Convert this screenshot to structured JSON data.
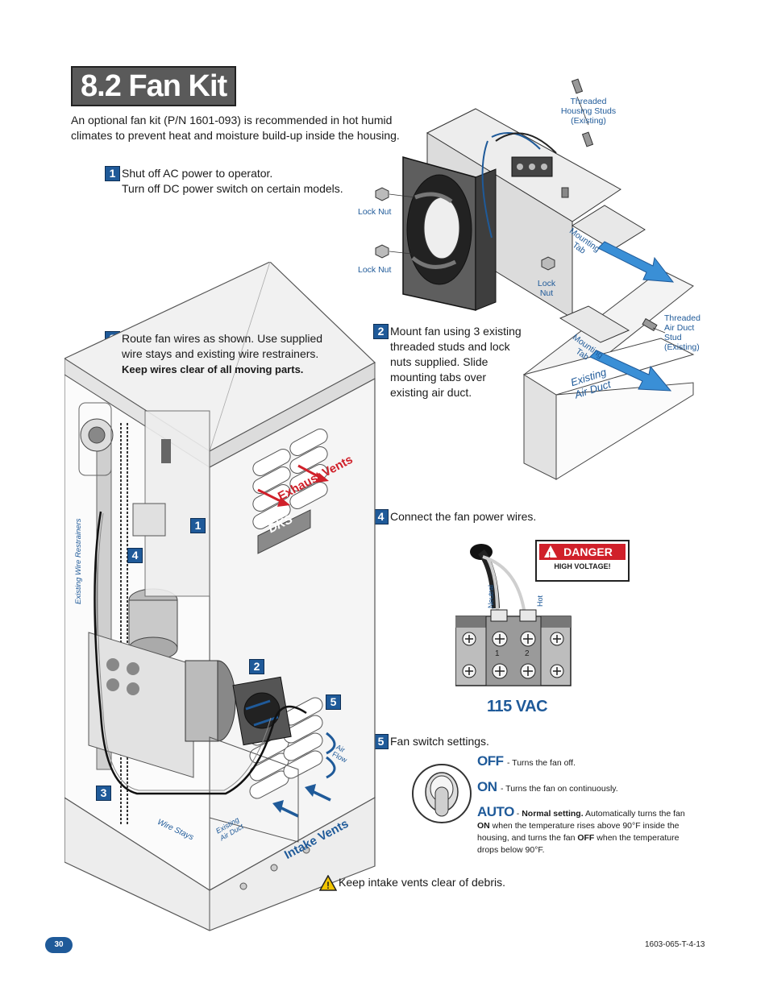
{
  "page": {
    "title": "8.2 Fan Kit",
    "intro": "An optional fan kit (P/N 1601-093) is recommended in hot humid climates to prevent heat and moisture build-up inside the housing.",
    "page_number": "30",
    "doc_code": "1603-065-T-4-13"
  },
  "steps": [
    {
      "num": "1",
      "lines": [
        "Shut off AC power to operator.",
        "Turn off DC power switch on certain models."
      ]
    },
    {
      "num": "2",
      "lines": [
        "Mount fan using 3 existing",
        "threaded studs and lock",
        "nuts supplied. Slide",
        "mounting tabs over",
        "existing air duct."
      ]
    },
    {
      "num": "3",
      "lines": [
        "Route fan wires as shown. Use supplied",
        "wire stays and existing wire restrainers."
      ],
      "bold": "Keep wires clear of all moving parts."
    },
    {
      "num": "4",
      "lines": [
        "Connect the fan power wires."
      ]
    },
    {
      "num": "5",
      "lines": [
        "Fan switch settings."
      ]
    }
  ],
  "fan_labels": {
    "threaded_housing_studs": [
      "Threaded",
      "Housing Studs",
      "(Existing)"
    ],
    "lock_nut_1": "Lock Nut",
    "lock_nut_2": "Lock Nut",
    "lock_nut_3": [
      "Lock",
      "Nut"
    ],
    "mounting_tab_1": "Mounting Tab",
    "mounting_tab_2": "Mounting Tab",
    "threaded_air_duct_stud": [
      "Threaded",
      "Air Duct",
      "Stud",
      "(Existing)"
    ],
    "existing_air_duct": [
      "Existing",
      "Air Duct"
    ]
  },
  "housing_labels": {
    "exhaust_vents": "Exhaust Vents",
    "intake_vents": "Intake Vents",
    "existing_wire_restrainers": "Existing Wire Restrainers",
    "wire_stays": "Wire Stays",
    "existing_air_duct": [
      "Existing",
      "Air Duct"
    ],
    "air_flow": [
      "Air",
      "Flow"
    ],
    "brand": "DKS",
    "callouts": [
      "1",
      "4",
      "2",
      "5",
      "3"
    ]
  },
  "wiring": {
    "danger": "DANGER",
    "high_voltage": "HIGH VOLTAGE!",
    "neutral": "Neutral",
    "hot": "Hot",
    "terminal_1": "1",
    "terminal_2": "2",
    "voltage": "115 VAC"
  },
  "switch_settings": {
    "off_label": "OFF",
    "off_desc": "- Turns the fan off.",
    "on_label": "ON",
    "on_desc": "- Turns the fan on continuously.",
    "auto_label": "AUTO",
    "auto_normal": "Normal setting.",
    "auto_desc_1": "Automatically turns the fan",
    "auto_on_word": "ON",
    "auto_desc_2": "when the temperature rises above 90°F inside the housing, and turns the fan",
    "auto_off_word": "OFF",
    "auto_desc_3": "when the temperature drops below 90°F."
  },
  "warning": "Keep intake vents clear of debris.",
  "colors": {
    "accent_blue": "#1f5a99",
    "danger_red": "#d0202a",
    "arrow_blue": "#3a8fd6",
    "title_bg": "#5a5a5a"
  }
}
